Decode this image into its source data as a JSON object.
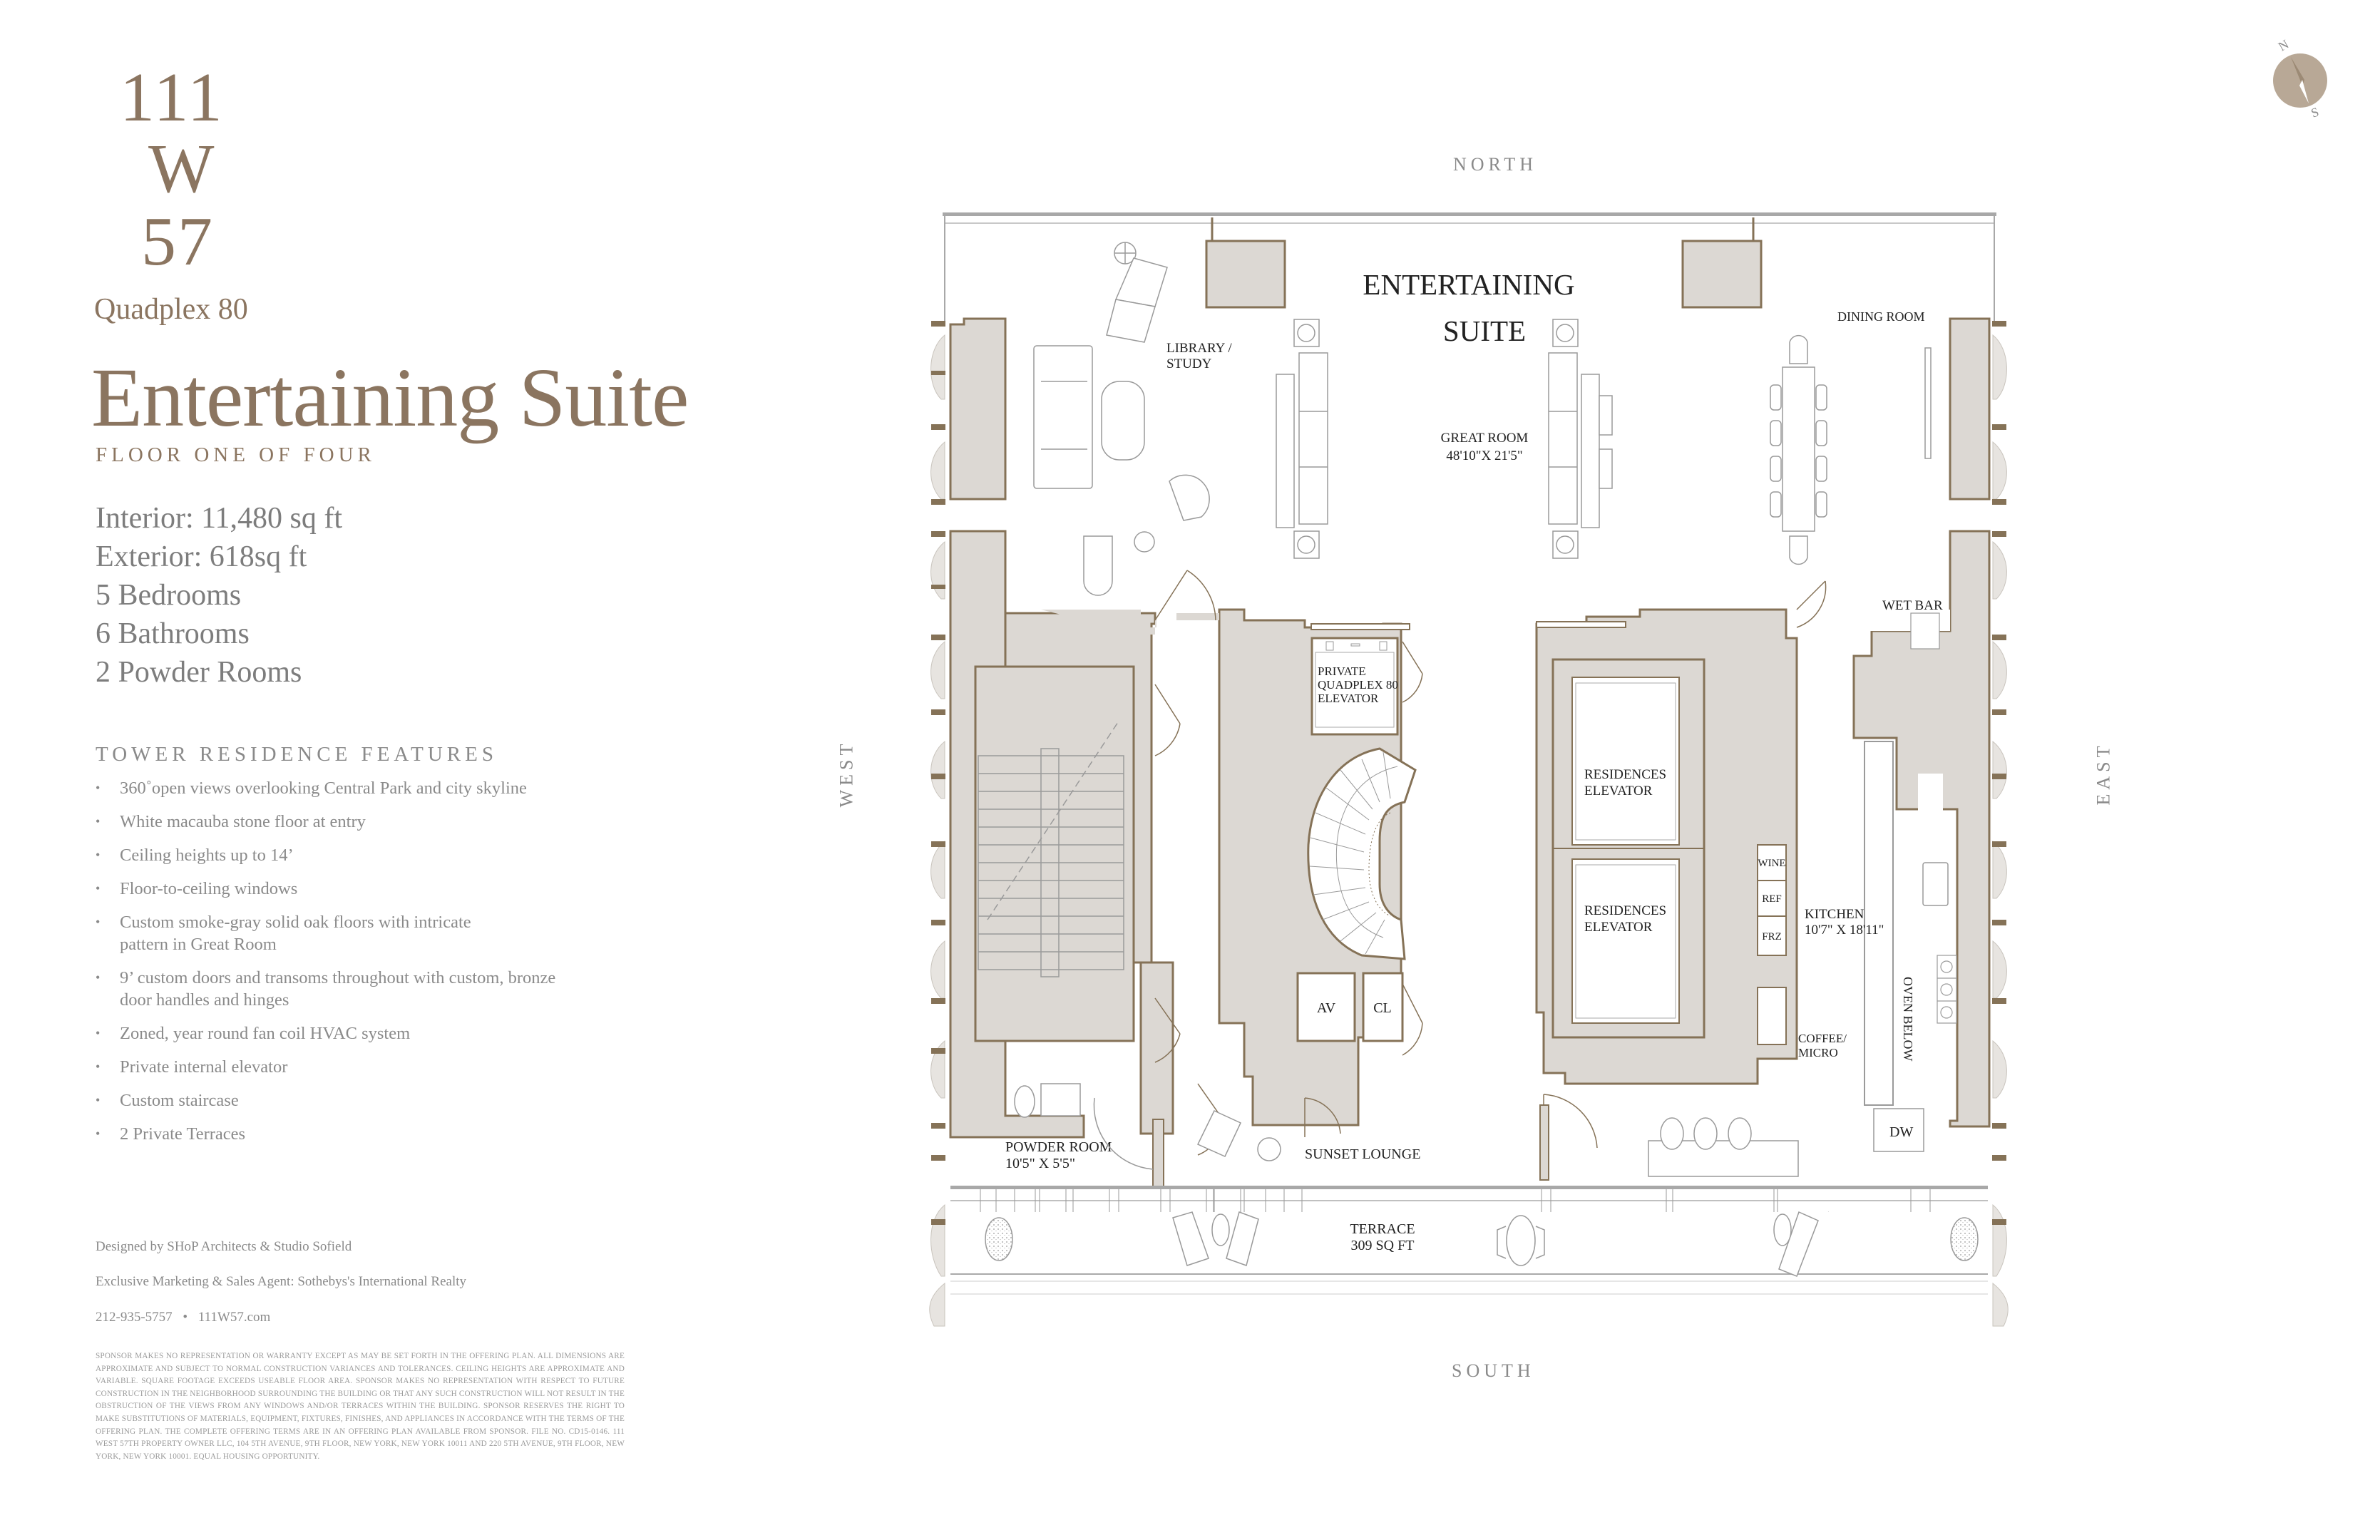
{
  "brand": {
    "logo_lines": [
      "111",
      "W",
      "57"
    ],
    "residence": "Quadplex 80",
    "title": "Entertaining Suite",
    "floor_label": "FLOOR ONE OF FOUR",
    "accent_color": "#8b7560"
  },
  "stats": [
    "Interior: 11,480 sq ft",
    "Exterior: 618sq ft",
    "5 Bedrooms",
    "6 Bathrooms",
    "2 Powder Rooms"
  ],
  "features": {
    "heading": "TOWER RESIDENCE FEATURES",
    "items": [
      "360˚open views overlooking Central Park and city skyline",
      "White macauba stone floor at entry",
      "Ceiling heights up to 14’",
      "Floor-to-ceiling windows",
      "Custom smoke-gray solid oak floors with intricate pattern in Great Room",
      "9’ custom doors and transoms throughout with custom, bronze door handles and hinges",
      "Zoned, year round fan coil HVAC system",
      "Private internal elevator",
      "Custom staircase",
      "2 Private Terraces"
    ]
  },
  "credits": {
    "designer": "Designed by SHoP Architects & Studio Sofield",
    "agent": "Exclusive Marketing & Sales Agent: Sothebys's International Realty",
    "phone": "212-935-5757",
    "separator": "•",
    "website": "111W57.com"
  },
  "disclaimer": "Sponsor makes no representation or warranty except as may be set forth in the offering plan. All dimensions are approximate and subject to normal construction variances and tolerances. Ceiling heights are approximate and variable. Square footage exceeds useable floor area. Sponsor makes no representation with respect to future construction in the neighborhood surrounding the building or that any such construction will not result in the obstruction of the views from any windows and/or terraces within the building. Sponsor reserves the right to make substitutions of materials, equipment, fixtures, finishes, and appliances in accordance with the terms of the offering plan. The complete offering terms are in an offering plan available from sponsor. File No. CD15-0146. 111 West 57th Property Owner LLC, 104 5th Avenue, 9th Floor, New York, New York 10011 and 220 5th Avenue, 9th Floor, New York, New York 10001. Equal Housing Opportunity.",
  "compass": {
    "north_letter": "N",
    "south_letter": "S"
  },
  "orientation": {
    "north": "NORTH",
    "south": "SOUTH",
    "west": "WEST",
    "east": "EAST"
  },
  "plan": {
    "suite_title_line1": "ENTERTAINING",
    "suite_title_line2": "SUITE",
    "colors": {
      "wall_fill": "#dcd8d3",
      "wall_stroke": "#857257",
      "furniture_stroke": "#9a9a9a",
      "label_text": "#222222"
    },
    "rooms": {
      "library": [
        "LIBRARY /",
        "STUDY"
      ],
      "great_room": [
        "GREAT ROOM",
        "48'10\"X 21'5\""
      ],
      "dining_room": "DINING ROOM",
      "wet_bar": "WET BAR",
      "private_elevator": [
        "PRIVATE",
        "QUADPLEX 80",
        "ELEVATOR"
      ],
      "residences_elevator_1": [
        "RESIDENCES",
        "ELEVATOR"
      ],
      "residences_elevator_2": [
        "RESIDENCES",
        "ELEVATOR"
      ],
      "kitchen": [
        "KITCHEN",
        "10'7\" X 18'11\""
      ],
      "wine": "WINE",
      "ref": "REF",
      "frz": "FRZ",
      "coffee": [
        "COFFEE/",
        "MICRO"
      ],
      "oven_below": "OVEN BELOW",
      "dw": "DW",
      "av": "AV",
      "cl": "CL",
      "powder_room": [
        "POWDER ROOM",
        "10'5\" X 5'5\""
      ],
      "sunset_lounge": "SUNSET LOUNGE",
      "terrace": [
        "TERRACE",
        "309 SQ FT"
      ]
    }
  }
}
